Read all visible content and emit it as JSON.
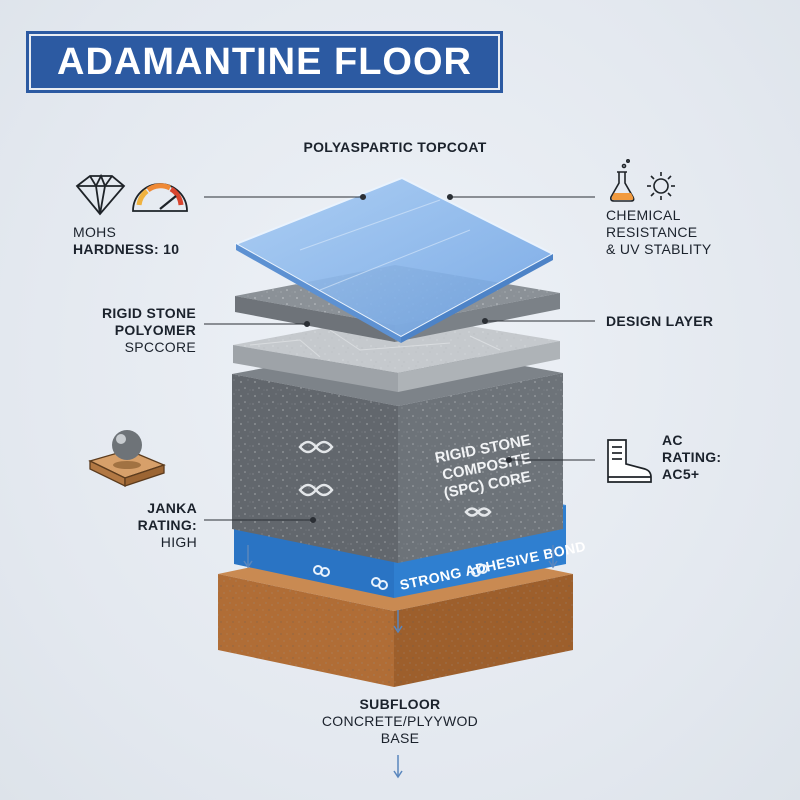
{
  "title": "ADAMANTINE FLOOR",
  "labels": {
    "topcoat": "POLYASPARTIC TOPCOAT",
    "mohs_line1": "MOHS",
    "mohs_line2": "HARDNESS: 10",
    "chemical_line1": "CHEMICAL",
    "chemical_line2": "RESISTANCE",
    "chemical_line3": "& UV STABLITY",
    "rigid_line1": "RIGID STONE",
    "rigid_line2": "POLYOMER",
    "rigid_line3": "SPCCORE",
    "design": "DESIGN LAYER",
    "janka_line1": "JANKA",
    "janka_line2": "RATING:",
    "janka_line3": "HIGH",
    "ac_line1": "AC",
    "ac_line2": "RATING:",
    "ac_line3": "AC5+",
    "subfloor_line1": "SUBFLOOR",
    "subfloor_line2": "CONCRETE/PLYYWOD",
    "subfloor_line3": "BASE",
    "core_line1": "RIGID STONE",
    "core_line2": "COMPOSITE",
    "core_line3": "(SPC) CORE",
    "adhesive": "STRONG ADHESIVE BOND"
  },
  "icons": [
    "diamond-icon",
    "gauge-icon",
    "flask-icon",
    "sun-icon",
    "steel-ball-icon",
    "boot-icon",
    "chain-link-icon",
    "infinity-icon",
    "arrow-down-icon"
  ],
  "colors": {
    "title_bg": "#2c5aa2",
    "topcoat": "#7fb1ea",
    "design": "#8a9096",
    "speckle": "#c8ccd0",
    "core": "#6b7177",
    "adhesive": "#2f7fd0",
    "subfloor": "#b9763f"
  }
}
